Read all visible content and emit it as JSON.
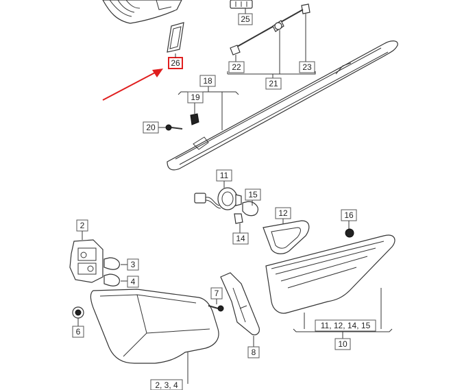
{
  "highlight_color": "#e01e1e",
  "callouts": {
    "c26": "26",
    "c25": "25",
    "c22": "22",
    "c21": "21",
    "c23": "23",
    "c18": "18",
    "c19": "19",
    "c20": "20",
    "c11": "11",
    "c15": "15",
    "c14": "14",
    "c12": "12",
    "c16": "16",
    "c2": "2",
    "c3": "3",
    "c4": "4",
    "c7": "7",
    "c6": "6",
    "c8": "8",
    "c11_12_14_15": "11, 12, 14, 15",
    "c10": "10",
    "c2_3_4": "2, 3, 4"
  }
}
